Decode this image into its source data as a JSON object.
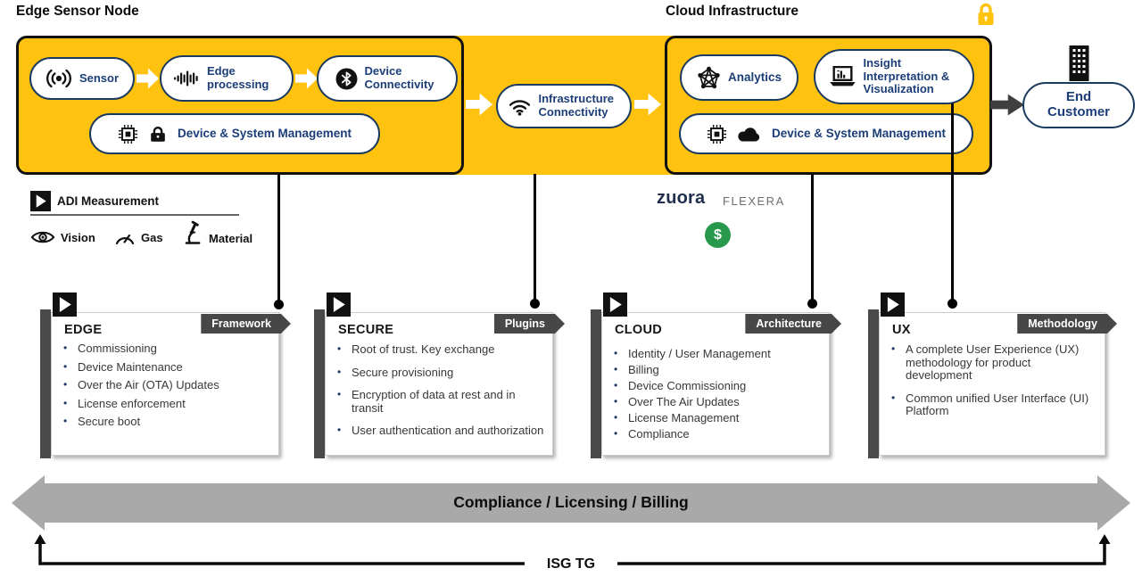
{
  "header": {
    "edge_title": "Edge Sensor Node",
    "cloud_title": "Cloud Infrastructure"
  },
  "edge_node": {
    "sensor": "Sensor",
    "edge_processing": "Edge processing",
    "device_connectivity": "Device Connectivity",
    "device_system_management": "Device & System Management"
  },
  "middle": {
    "infrastructure_connectivity": "Infrastructure Connectivity"
  },
  "cloud": {
    "analytics": "Analytics",
    "insight": "Insight Interpretation & Visualization",
    "device_system_management": "Device & System Management"
  },
  "end_customer": {
    "label": "End Customer"
  },
  "adi": {
    "title": "ADI Measurement",
    "items": [
      {
        "label": "Vision",
        "icon": "eye-icon"
      },
      {
        "label": "Gas",
        "icon": "gauge-icon"
      },
      {
        "label": "Material",
        "icon": "microscope-icon"
      }
    ]
  },
  "partners": {
    "zuora": "zuora",
    "flexera": "flexera",
    "dollar": "$"
  },
  "cards": [
    {
      "title": "EDGE",
      "badge": "Framework",
      "bullets": [
        "Commissioning",
        "Device Maintenance",
        "Over the Air (OTA) Updates",
        "License enforcement",
        "Secure boot"
      ]
    },
    {
      "title": "SECURE",
      "badge": "Plugins",
      "bullets": [
        "Root of trust. Key exchange",
        "Secure provisioning",
        "Encryption of data at rest and in transit",
        "User authentication and authorization"
      ]
    },
    {
      "title": "CLOUD",
      "badge": "Architecture",
      "bullets": [
        "Identity / User Management",
        "Billing",
        "Device Commissioning",
        "Over The Air Updates",
        "License Management",
        "Compliance"
      ]
    },
    {
      "title": "UX",
      "badge": "Methodology",
      "bullets": [
        "A complete User Experience (UX) methodology for product development",
        "Common unified User Interface (UI) Platform"
      ]
    }
  ],
  "bottom": {
    "compliance": "Compliance / Licensing / Billing",
    "isg": "ISG TG"
  },
  "icons": {
    "sensor": "radio-waves",
    "edge_processing": "waveform",
    "device_connectivity": "bluetooth",
    "device_system_management": "chip-and-padlock",
    "infrastructure_connectivity": "wifi",
    "analytics": "network-graph",
    "insight": "laptop-chart",
    "cloud_dsm": "chip-and-cloud",
    "end_customer": "office-building",
    "top_right": "padlock",
    "adi_logo": "play-triangle",
    "vision": "eye",
    "gas": "gauge",
    "material": "microscope",
    "dollar": "dollar-circle"
  },
  "colors": {
    "yellow": "#FFC20E",
    "navy_text": "#1C3E78",
    "navy_border": "#1B3A5F",
    "badge_gray": "#474747",
    "card_bar": "#4A4A4A",
    "arrow_gray": "#A9A9A9",
    "green": "#27984C",
    "zuora_navy": "#1F2F4D",
    "flexera_gray": "#6B6E72"
  }
}
